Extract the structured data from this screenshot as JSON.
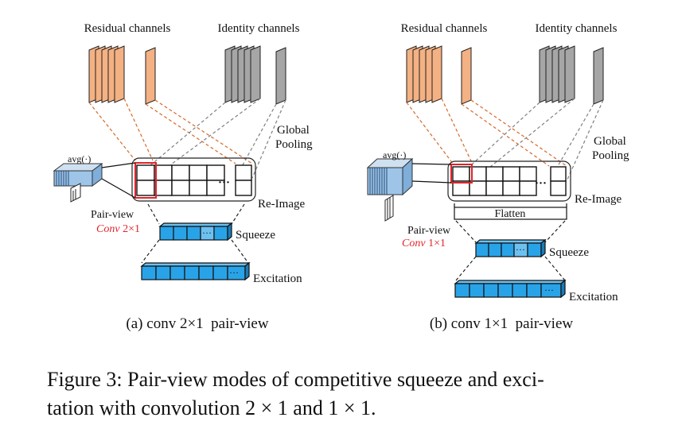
{
  "colors": {
    "residual_fill": "#f4b183",
    "identity_fill": "#a6a6a6",
    "residual_link": "#d46a2a",
    "identity_link": "#808080",
    "highlight": "#e0242a",
    "blue_cell": "#29a3e8",
    "stack_blue": "#9ec5e8"
  },
  "panels": [
    {
      "residual_label": "Residual channels",
      "identity_label": "Identity channels",
      "pooling_label_1": "Global",
      "pooling_label_2": "Pooling",
      "avg_label": "avg(·)",
      "reimage_label": "Re-Image",
      "dots": "···",
      "pairview_label": "Pair-view",
      "conv_italic": "Conv",
      "conv_rest": " 2×1",
      "squeeze_label": "Squeeze",
      "excitation_label": "Excitation",
      "bar_dots": "···",
      "subcaption": "(a) conv 2×1  pair-view"
    },
    {
      "residual_label": "Residual channels",
      "identity_label": "Identity channels",
      "pooling_label_1": "Global",
      "pooling_label_2": "Pooling",
      "avg_label": "avg(·)",
      "reimage_label": "Re-Image",
      "dots": "···",
      "flatten_label": "Flatten",
      "pairview_label": "Pair-view",
      "conv_italic": "Conv",
      "conv_rest": " 1×1",
      "squeeze_label": "Squeeze",
      "excitation_label": "Excitation",
      "bar_dots": "···",
      "subcaption": "(b) conv 1×1  pair-view"
    }
  ],
  "caption": {
    "line1": "Figure 3: Pair-view modes of competitive squeeze and exci-",
    "line2": "tation with convolution 2 × 1 and 1 × 1."
  }
}
